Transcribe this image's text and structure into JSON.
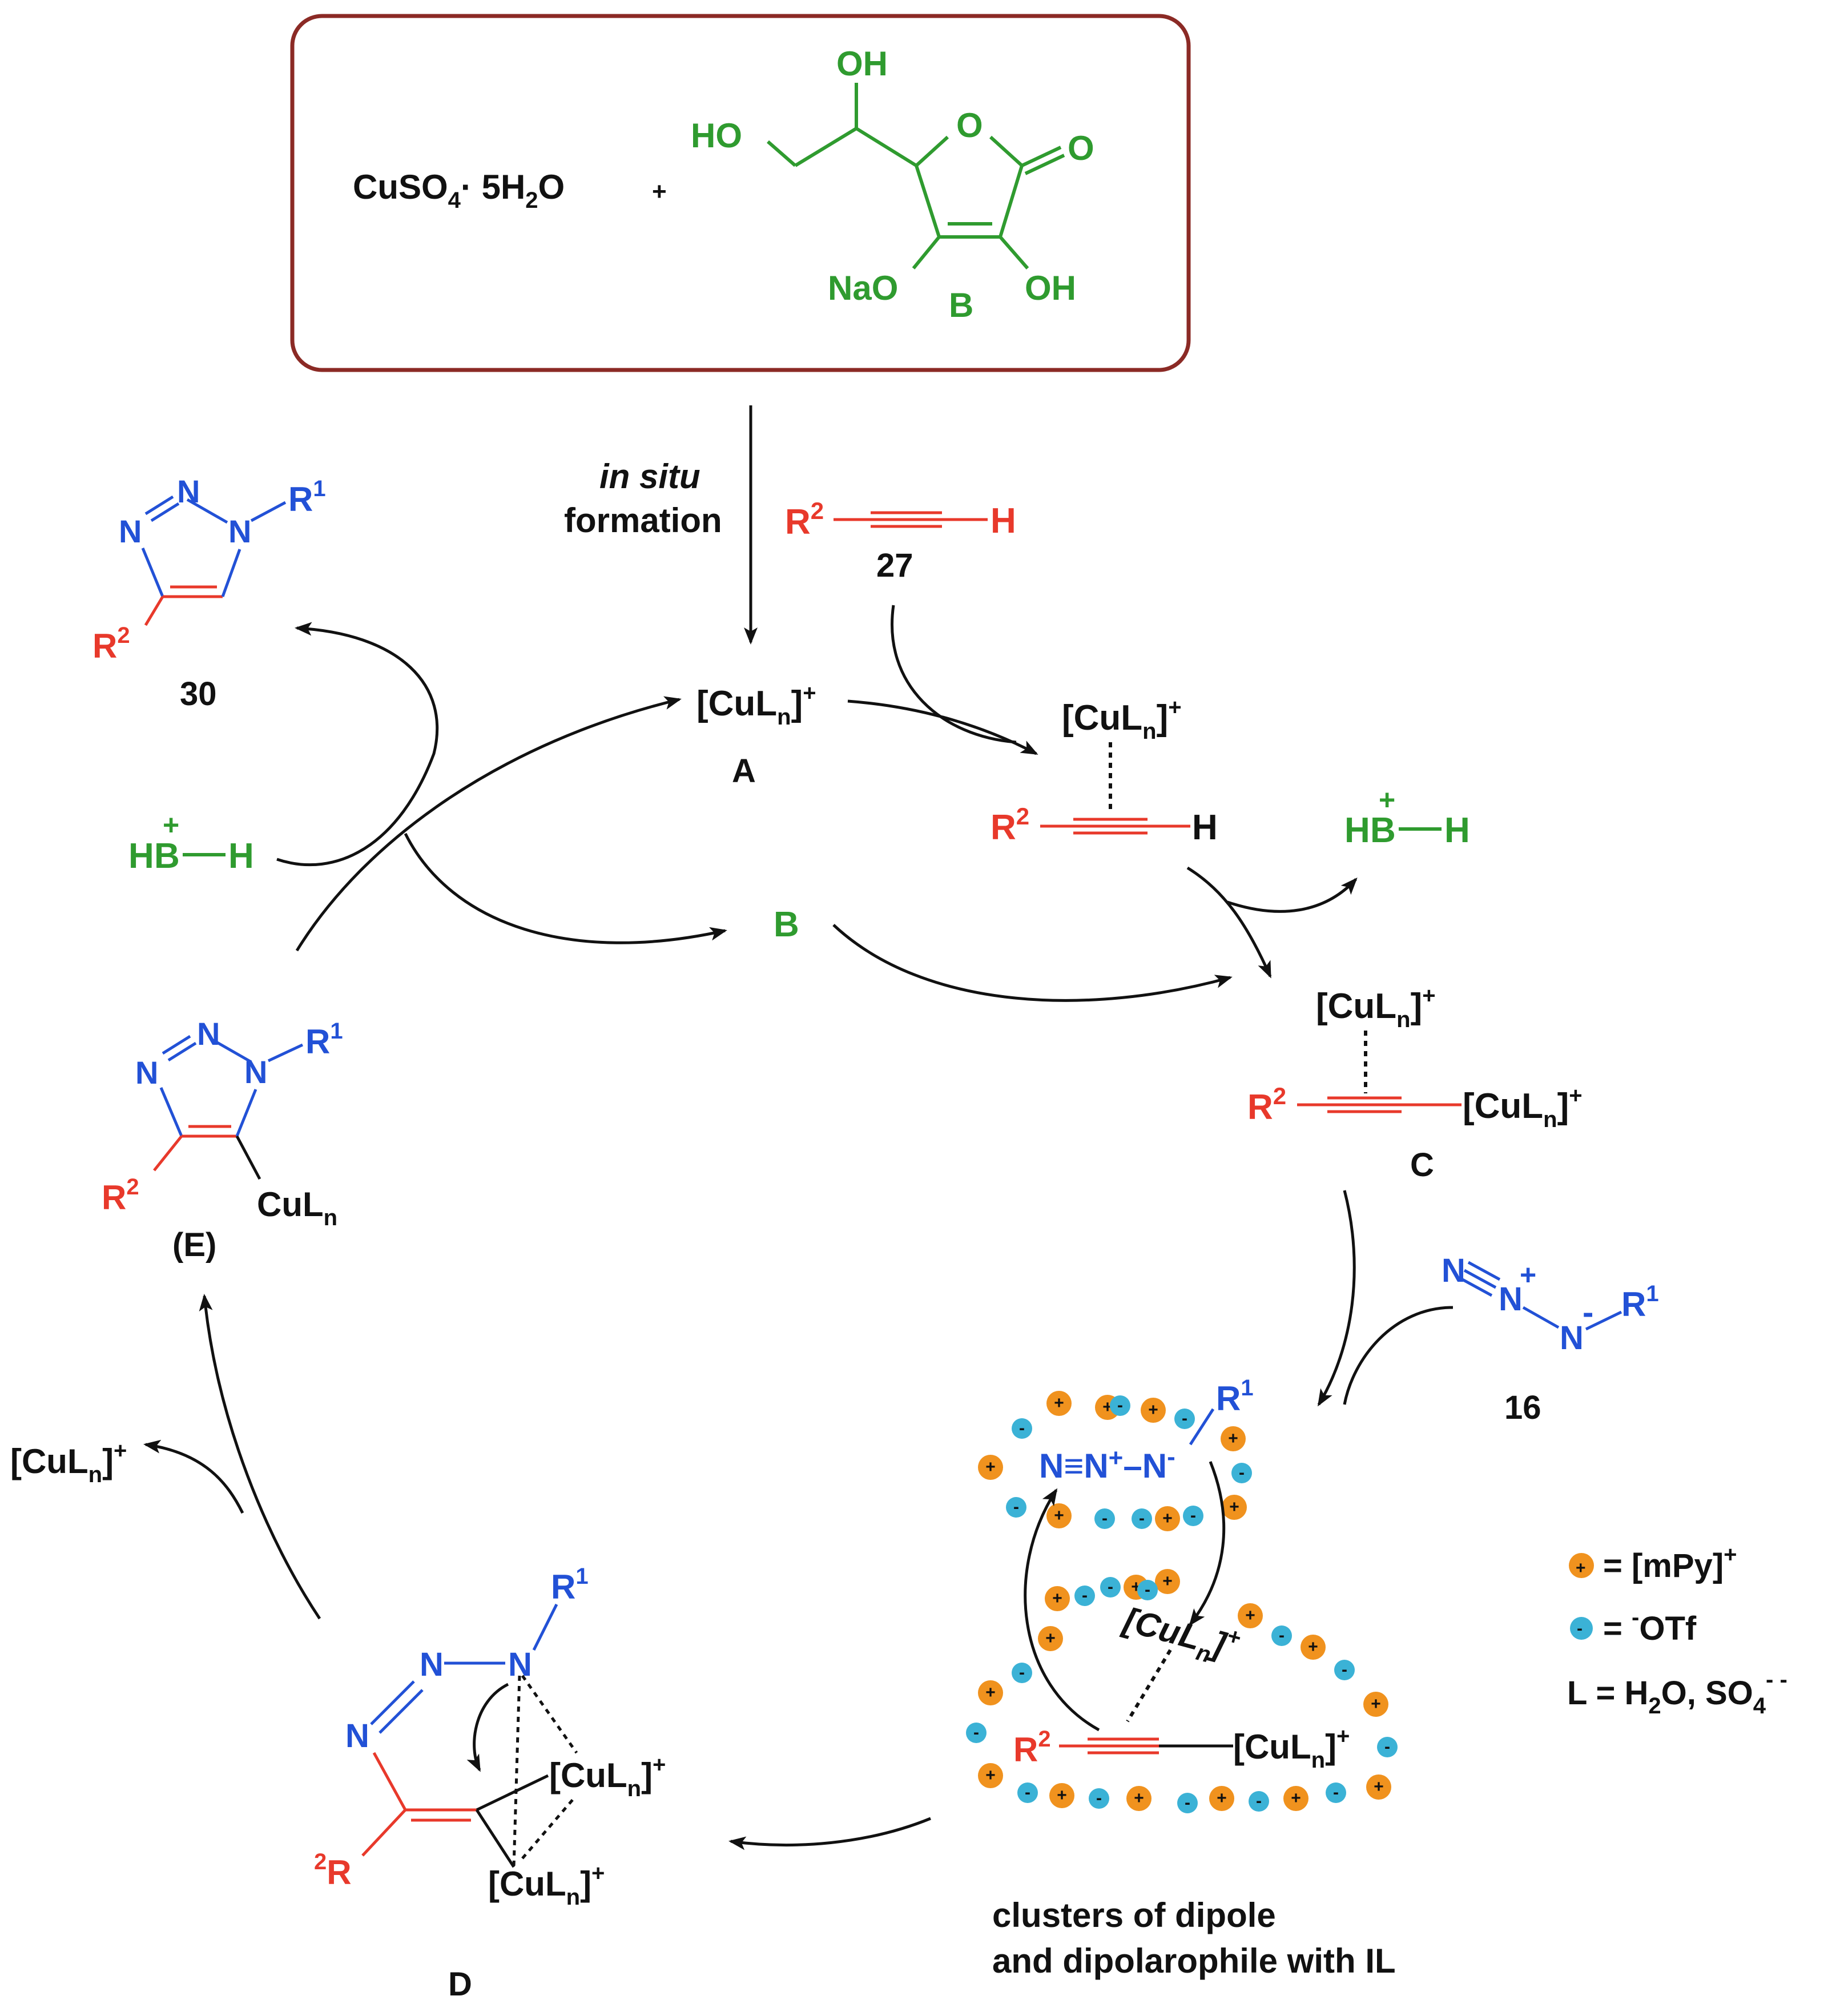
{
  "colors": {
    "black": "#111111",
    "green": "#2f9b2f",
    "red": "#e8392b",
    "blue": "#2251d6",
    "orange": "#f0921e",
    "cyan": "#3bb2d6",
    "box_border": "#8b2a25"
  },
  "reagent_box": {
    "cuso4": "CuSO",
    "cuso4_sub": "4",
    "cuso4_rest": "· 5H",
    "h2o_sub": "2",
    "h2o_o": "O",
    "plus": "+",
    "oh_top": "OH",
    "ho": "HO",
    "ring_o": "O",
    "carbonyl_o": "O",
    "nao": "NaO",
    "oh_bottom": "OH",
    "label": "B"
  },
  "formation": {
    "line1": "in situ",
    "line2": "formation"
  },
  "alkyne_27": {
    "r": "R",
    "sup": "2",
    "h": "H",
    "label": "27"
  },
  "species_A": {
    "text": "[CuL",
    "sub": "n",
    "close": "]",
    "sup": "+",
    "label": "A"
  },
  "pi_complex": {
    "cu": "[CuL",
    "sub": "n",
    "close": "]",
    "sup": "+",
    "r": "R",
    "r_sup": "2",
    "h": "H"
  },
  "hb_right": {
    "h": "H",
    "b": "B",
    "plus": "+",
    "h2": "H"
  },
  "hb_left": {
    "h": "H",
    "b": "B",
    "plus": "+",
    "h2": "H"
  },
  "b_mid": "B",
  "species_C": {
    "cu_top": "[CuL",
    "sub": "n",
    "close": "]",
    "sup": "+",
    "r": "R",
    "r_sup": "2",
    "cu_right": "[CuL",
    "label": "C"
  },
  "azide_16": {
    "n1": "N",
    "n2": "N",
    "n3": "N",
    "plus": "+",
    "minus": "-",
    "r": "R",
    "r_sup": "1",
    "label": "16"
  },
  "cluster": {
    "n_chain": "N≡N",
    "n_plus": "+",
    "dash_n": "–N",
    "n_minus": "-",
    "r": "R",
    "r_sup": "1",
    "cu_tilted": "[CuL",
    "sub": "n",
    "close": "]",
    "sup": "+",
    "r2": "R",
    "r2_sup": "2",
    "cu_right": "[CuL"
  },
  "legend": {
    "plus_sign": "+",
    "minus_sign": "-",
    "mpy": "= [mPy]",
    "mpy_sup": "+",
    "otf_eq": "= ",
    "otf_sup": "-",
    "otf": "OTf",
    "l_def": "L = H",
    "l_sub1": "2",
    "l_mid": "O, SO",
    "l_sub2": "4",
    "l_sup": "- -"
  },
  "caption": {
    "line1": "clusters of dipole",
    "line2": "and dipolarophile with IL"
  },
  "species_D": {
    "n1": "N",
    "n2": "N",
    "n3": "N",
    "r1": "R",
    "r1_sup": "1",
    "r2_sup": "2",
    "r2": "R",
    "cu1": "[CuL",
    "cu2": "[CuL",
    "sub": "n",
    "close": "]",
    "sup": "+",
    "label": "D"
  },
  "cu_released": {
    "text": "[CuL",
    "sub": "n",
    "close": "]",
    "sup": "+"
  },
  "species_E": {
    "n1": "N",
    "n2": "N",
    "n3": "N",
    "r1": "R",
    "r1_sup": "1",
    "r2": "R",
    "r2_sup": "2",
    "cu": "CuL",
    "sub": "n",
    "label": "(E)"
  },
  "product_30": {
    "n1": "N",
    "n2": "N",
    "n3": "N",
    "r1": "R",
    "r1_sup": "1",
    "r2": "R",
    "r2_sup": "2",
    "label": "30"
  }
}
